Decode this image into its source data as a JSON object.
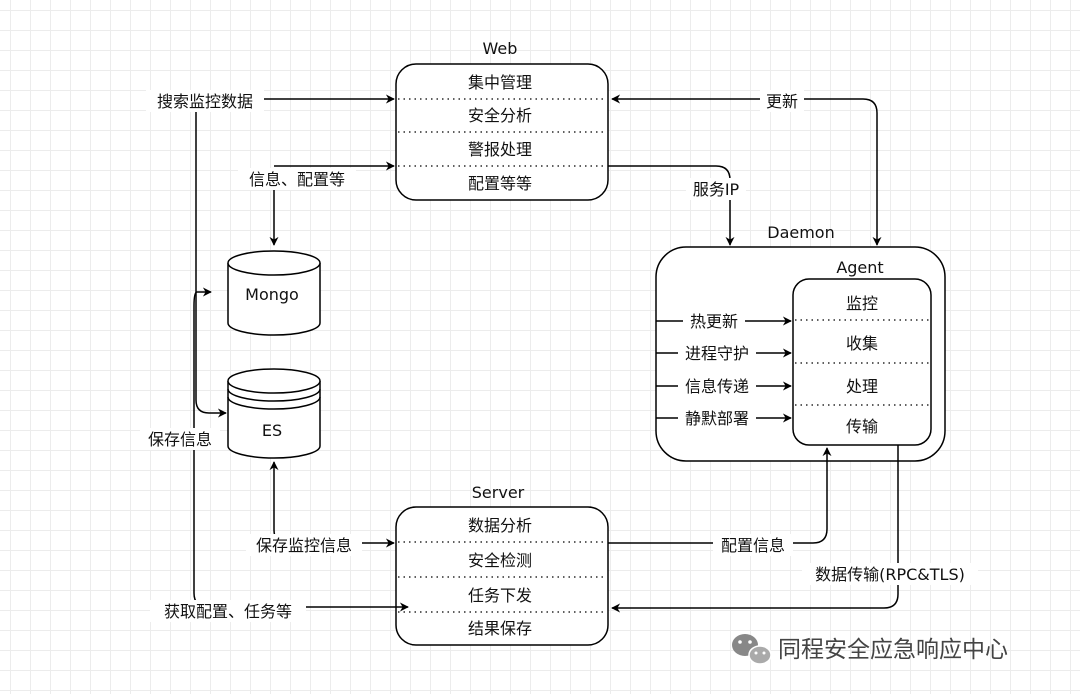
{
  "diagram": {
    "web": {
      "title": "Web",
      "rows": [
        "集中管理",
        "安全分析",
        "警报处理",
        "配置等等"
      ]
    },
    "server": {
      "title": "Server",
      "rows": [
        "数据分析",
        "安全检测",
        "任务下发",
        "结果保存"
      ]
    },
    "daemon": {
      "title": "Daemon",
      "inputs": [
        "热更新",
        "进程守护",
        "信息传递",
        "静默部署"
      ]
    },
    "agent": {
      "title": "Agent",
      "rows": [
        "监控",
        "收集",
        "处理",
        "传输"
      ]
    },
    "mongo": {
      "label": "Mongo"
    },
    "es": {
      "label": "ES"
    },
    "edges": {
      "search": "搜索监控数据",
      "info_config": "信息、配置等",
      "update": "更新",
      "service_ip": "服务IP",
      "save_info": "保存信息",
      "save_monitor": "保存监控信息",
      "config_info": "配置信息",
      "data_transfer": "数据传输(RPC&TLS)",
      "get_config": "获取配置、任务等"
    },
    "watermark": "同程安全应急响应中心"
  }
}
